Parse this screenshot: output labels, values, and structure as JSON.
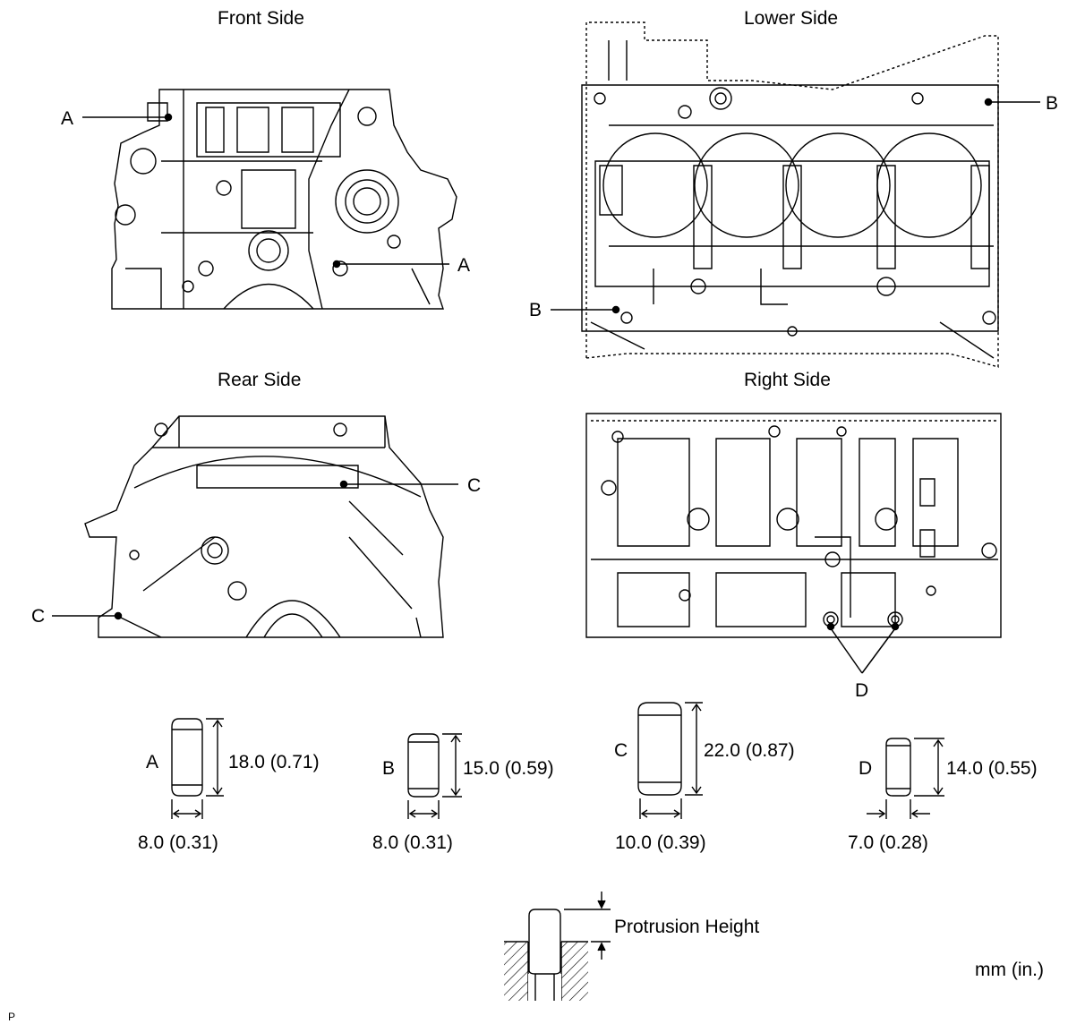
{
  "views": {
    "front": {
      "title": "Front Side",
      "callouts": [
        "A",
        "A"
      ]
    },
    "lower": {
      "title": "Lower Side",
      "callouts": [
        "B",
        "B"
      ]
    },
    "rear": {
      "title": "Rear Side",
      "callouts": [
        "C",
        "C"
      ]
    },
    "right": {
      "title": "Right Side",
      "callouts": [
        "D"
      ]
    }
  },
  "pins": [
    {
      "letter": "A",
      "length": "18.0 (0.71)",
      "diameter": "8.0 (0.31)"
    },
    {
      "letter": "B",
      "length": "15.0 (0.59)",
      "diameter": "8.0 (0.31)"
    },
    {
      "letter": "C",
      "length": "22.0 (0.87)",
      "diameter": "10.0 (0.39)"
    },
    {
      "letter": "D",
      "length": "14.0 (0.55)",
      "diameter": "7.0 (0.28)"
    }
  ],
  "protrusion": {
    "label": "Protrusion Height"
  },
  "units": "mm (in.)",
  "corner_code": "P"
}
